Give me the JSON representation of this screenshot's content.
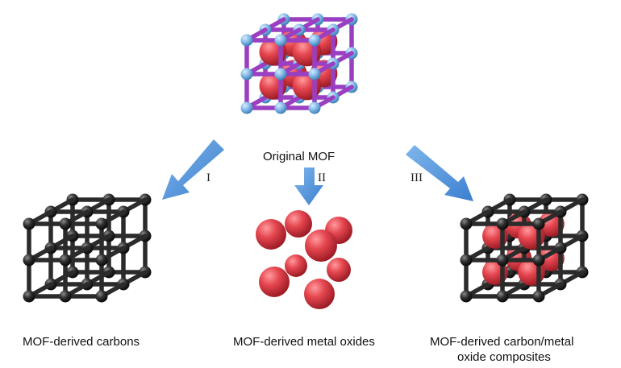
{
  "labels": {
    "original": "Original MOF",
    "carbons": "MOF-derived carbons",
    "oxides": "MOF-derived metal oxides",
    "composite_line1": "MOF-derived carbon/metal",
    "composite_line2": "oxide composites"
  },
  "routes": {
    "r1": "I",
    "r2": "II",
    "r3": "III"
  },
  "colors": {
    "linker_purple": "#9a3fc2",
    "node_blue": "#7fb8e6",
    "sphere_red": "#e2474f",
    "carbon_black": "#2b2b2b",
    "arrow_blue": "#4a90d9"
  }
}
